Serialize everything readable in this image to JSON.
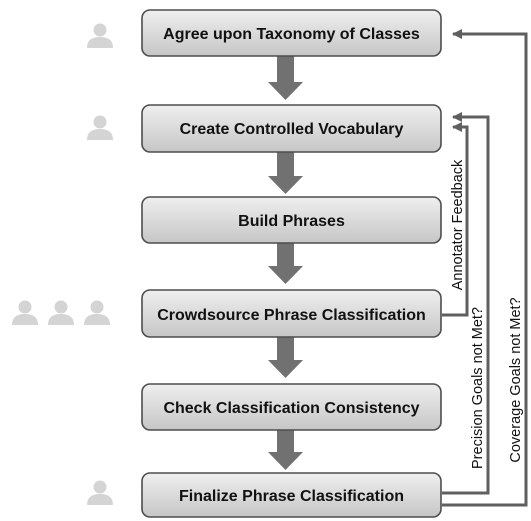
{
  "diagram": {
    "steps": [
      {
        "label": "Agree upon Taxonomy of Classes",
        "actors": 1
      },
      {
        "label": "Create Controlled Vocabulary",
        "actors": 1
      },
      {
        "label": "Build Phrases",
        "actors": 0
      },
      {
        "label": "Crowdsource Phrase Classification",
        "actors": 3
      },
      {
        "label": "Check Classification Consistency",
        "actors": 0
      },
      {
        "label": "Finalize Phrase Classification",
        "actors": 1
      }
    ],
    "feedback_loops": [
      {
        "label": "Annotator Feedback"
      },
      {
        "label": "Precision Goals not Met?"
      },
      {
        "label": "Coverage Goals not Met?"
      }
    ],
    "colors": {
      "box_fill_top": "#efefef",
      "box_fill_bottom": "#c6c6c6",
      "box_stroke": "#4d4d4d",
      "down_arrow": "#717171",
      "loop_line": "#5f5f5f",
      "person_icon": "#d4d4d4"
    },
    "icons": {
      "actor": "person-icon"
    }
  }
}
